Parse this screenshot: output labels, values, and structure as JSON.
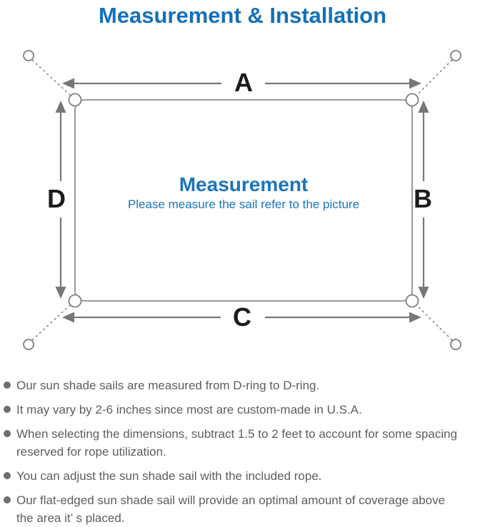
{
  "page_title": "Measurement & Installation",
  "diagram": {
    "label_top": "A",
    "label_right": "B",
    "label_bottom": "C",
    "label_left": "D",
    "center_heading": "Measurement",
    "center_subtitle": "Please measure the sail refer to the picture"
  },
  "notes": [
    {
      "lines": [
        "Our sun shade sails are measured from D-ring to D-ring."
      ]
    },
    {
      "lines": [
        "It may vary by 2-6 inches since most are custom-made in U.S.A."
      ]
    },
    {
      "lines": [
        "When selecting the dimensions, subtract 1.5 to 2 feet to account for some spacing",
        "reserved for rope utilization."
      ]
    },
    {
      "lines": [
        "You can adjust the sun shade sail with the included rope."
      ]
    },
    {
      "lines": [
        "Our flat-edged sun shade sail will provide an optimal amount of coverage above",
        "the area it’ s placed."
      ]
    }
  ],
  "colors": {
    "title_blue": "#1470b8",
    "center_blue": "#1b75bc",
    "line_gray": "#7e7e7e",
    "rect_gray": "#8e8e8e",
    "label_black": "#1c1c1c",
    "note_text_gray": "#5d5d5d",
    "note_dot_gray": "#6e6e6e"
  }
}
